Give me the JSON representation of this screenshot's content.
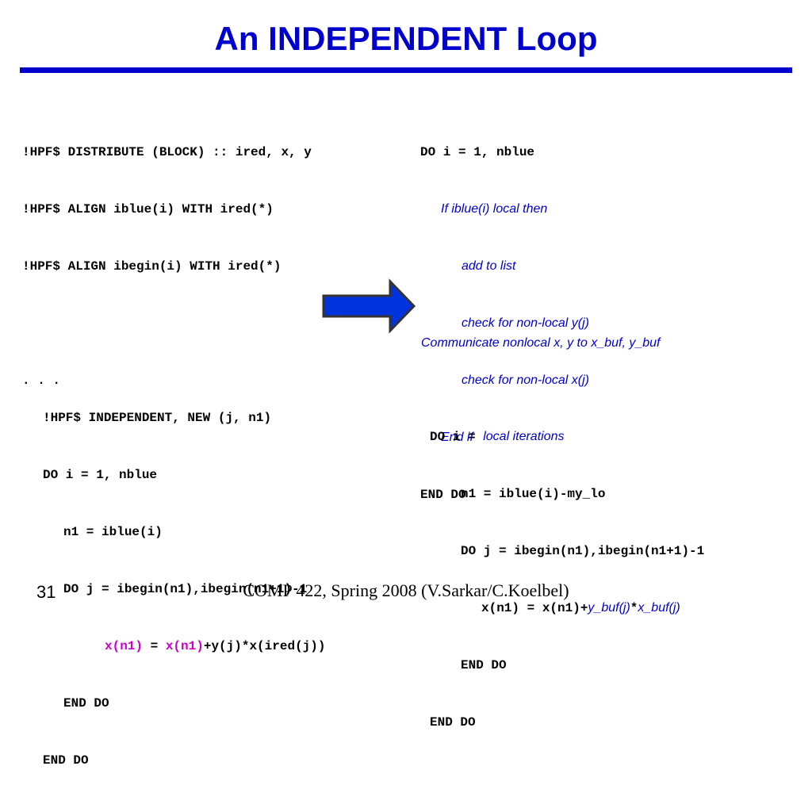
{
  "slide": {
    "title": "An INDEPENDENT Loop",
    "page_number": "31",
    "footer": "COMP 422, Spring 2008 (V.Sarkar/C.Koelbel)"
  },
  "top_left_code": {
    "line1": "!HPF$ DISTRIBUTE (BLOCK) :: ired, x, y",
    "line2": "!HPF$ ALIGN iblue(i) WITH ired(*)",
    "line3": "!HPF$ ALIGN ibegin(i) WITH ired(*)",
    "line4": ". . ."
  },
  "top_right_code": {
    "line1": "DO i = 1, nblue",
    "line2": "If iblue(i) local then",
    "line3": "add to list",
    "line4": "check for non-local y(j)",
    "line5": "check for non-local x(j)",
    "line6": "End if",
    "line7": "END DO"
  },
  "communicate_note": "Communicate nonlocal x, y to x_buf, y_buf",
  "bottom_left_code": {
    "line1": "!HPF$ INDEPENDENT, NEW (j, n1)",
    "line2": "DO i = 1, nblue",
    "line3": "n1 = iblue(i)",
    "line4": "DO j = ibegin(n1),ibegin(n1+1)-1",
    "line5_a": "x(n1)",
    "line5_b": " = ",
    "line5_c": "x(n1)",
    "line5_d": "+y(j)*x(ired(j))",
    "line6": "END DO",
    "line7": "END DO"
  },
  "bottom_right_code": {
    "line1_a": "DO i = ",
    "line1_b": "local iterations",
    "line2": "n1 = iblue(i)-my_lo",
    "line3": "DO j = ibegin(n1),ibegin(n1+1)-1",
    "line4_a": "x(n1) = x(n1)+",
    "line4_b": "y_buf(j)",
    "line4_c": "*",
    "line4_d": "x_buf(j)",
    "line5": "END DO",
    "line6": "END DO"
  },
  "colors": {
    "title": "#0000cc",
    "rule": "#0000cc",
    "arrow_fill": "#0033dd",
    "highlight": "#cc00cc"
  }
}
